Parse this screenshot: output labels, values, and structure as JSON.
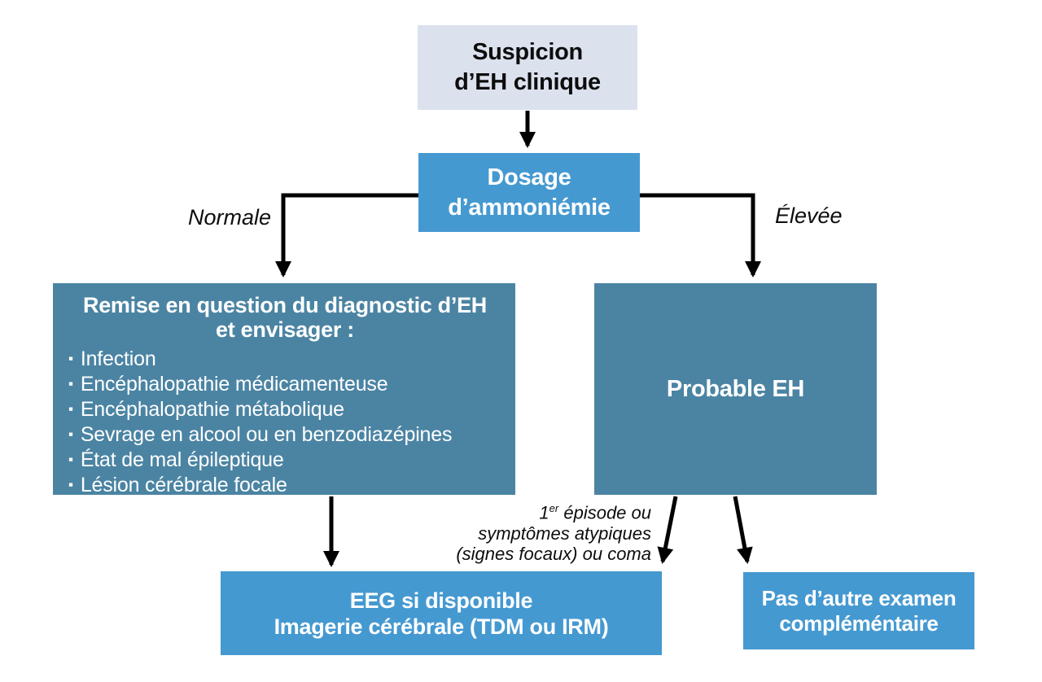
{
  "boxes": {
    "suspicion": {
      "line1": "Suspicion",
      "line2": "d’EH clinique"
    },
    "dosage": {
      "line1": "Dosage",
      "line2": "d’ammoniémie"
    },
    "reconsider": {
      "title_line1": "Remise en question du diagnostic d’EH",
      "title_line2": "et envisager :",
      "bullet_glyph": "▪",
      "items": [
        "Infection",
        "Encéphalopathie médicamenteuse",
        "Encéphalopathie métabolique",
        "Sevrage en alcool ou en benzodiazépines",
        "État de mal épileptique",
        "Lésion cérébrale focale"
      ]
    },
    "probable": {
      "label": "Probable EH"
    },
    "eeg": {
      "line1": "EEG si disponible",
      "line2": "Imagerie cérébrale (TDM ou IRM)"
    },
    "no_exam": {
      "line1": "Pas d’autre examen",
      "line2": "compléméntaire"
    }
  },
  "edge_labels": {
    "normal": "Normale",
    "elevated": "Élevée",
    "episode_num": "1",
    "episode_sup": "er",
    "episode_rest": " épisode ou",
    "episode_line2": "symptômes atypiques",
    "episode_line3": "(signes focaux) ou coma"
  },
  "colors": {
    "light_box": "#dce1ee",
    "blue_box": "#4599d1",
    "teal_box": "#4b84a3",
    "arrow": "#000000",
    "text_dark": "#0d0d0d",
    "text_light": "#ffffff"
  }
}
